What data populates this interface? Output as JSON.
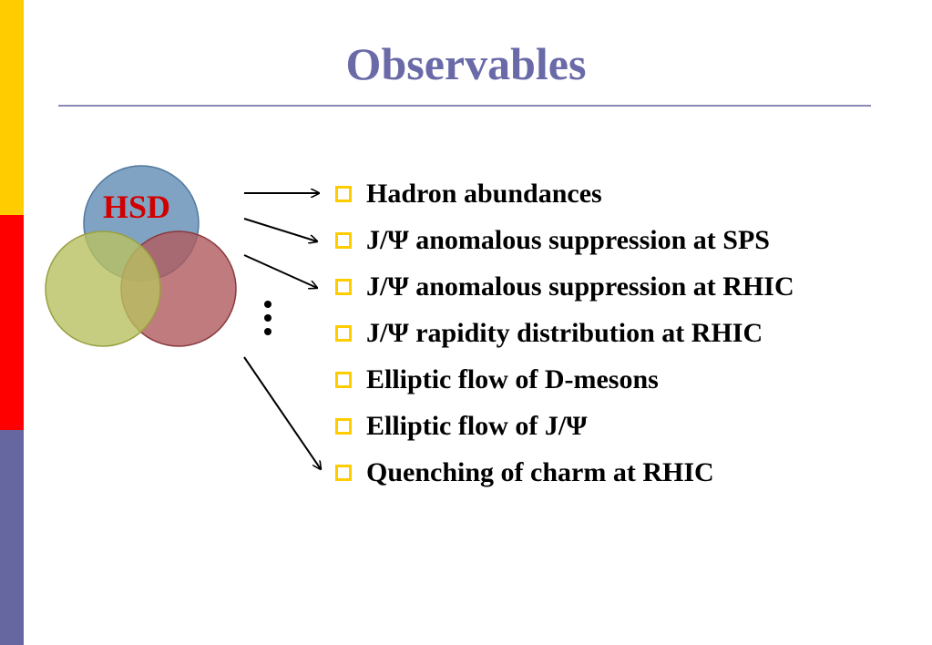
{
  "slide": {
    "title": "Observables",
    "venn_label": "HSD",
    "bullets": [
      "Hadron abundances",
      "J/Ψ anomalous suppression at SPS",
      "J/Ψ anomalous suppression at RHIC",
      "J/Ψ rapidity distribution at RHIC",
      "Elliptic flow of D-mesons",
      "Elliptic flow of J/Ψ",
      "Quenching of charm at RHIC"
    ]
  },
  "colors": {
    "title": "#6a6aa8",
    "venn_label": "#d00000",
    "bullet_marker": "#ffcc00",
    "side_bar": [
      "#ffcc00",
      "#ff0000",
      "#6666a0"
    ],
    "venn_circles": [
      "#6b93b8",
      "#b05a5e",
      "#b8c060"
    ]
  }
}
